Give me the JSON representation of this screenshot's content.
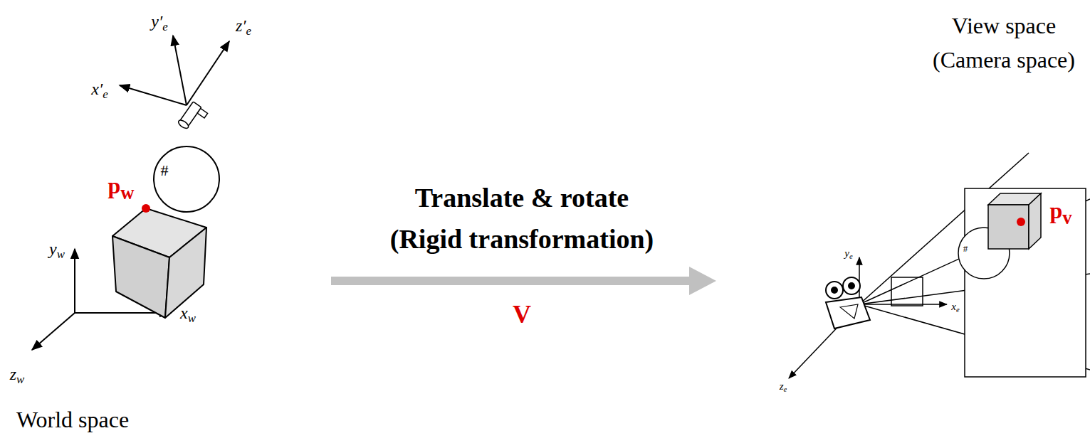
{
  "diagram": {
    "labels": [
      "x′e",
      "y′e",
      "z′e",
      "pw",
      "yw",
      "xw",
      "zw",
      "#",
      "World space",
      "Translate & rotate",
      "(Rigid transformation)",
      "V",
      "View space",
      "(Camera space)",
      "ye",
      "xe",
      "ze",
      "pv",
      "#"
    ]
  }
}
